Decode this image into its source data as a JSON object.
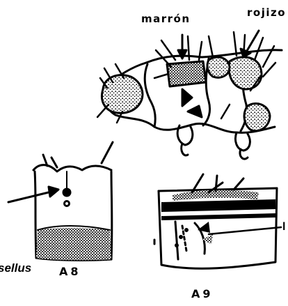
{
  "labels": {
    "marron": "marrón",
    "rojizo": "rojizo",
    "segment_a8": "A8",
    "segment_a9": "A9",
    "species_fragment": "sellus",
    "edge_label": "l"
  },
  "colors": {
    "ink": "#000000",
    "paper": "#ffffff"
  }
}
